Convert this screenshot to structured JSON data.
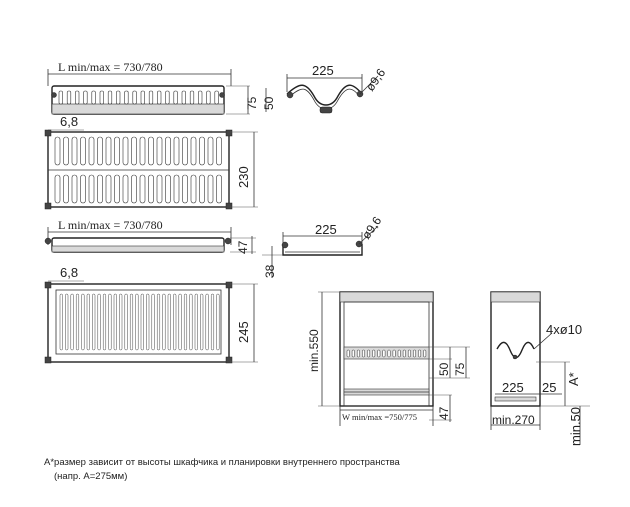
{
  "views": {
    "rack_plate_top": {
      "length_label": "L min/max = 730/780",
      "height_label": "75",
      "depth_label": "50"
    },
    "profile_plate": {
      "width_label": "225",
      "rod_label": "ø9,6"
    },
    "rack_plate_front": {
      "offset_label": "6,8",
      "height_label": "230"
    },
    "rack_tray_top": {
      "length_label": "L min/max = 730/780",
      "height_label": "47"
    },
    "profile_tray": {
      "width_label": "225",
      "rod_label": "ø9,6",
      "height_label": "38"
    },
    "rack_tray_front": {
      "offset_label": "6,8",
      "height_label": "245"
    },
    "cabinet_front": {
      "min_height_label": "min.550",
      "rack_dim_a": "50",
      "rack_dim_b": "75",
      "tray_dim": "47",
      "width_label": "W min/max =750/775"
    },
    "cabinet_side": {
      "holes_label": "4xø10",
      "a_label": "A*",
      "tray_width_label": "225",
      "tray_offset_label": "25",
      "min_depth_label": "min.270",
      "min_side_label": "min.50"
    }
  },
  "footnote": {
    "line1": "A*размер зависит от высоты шкафчика и планировки внутреннего пространства",
    "line2": "(напр. А=275мм)"
  }
}
